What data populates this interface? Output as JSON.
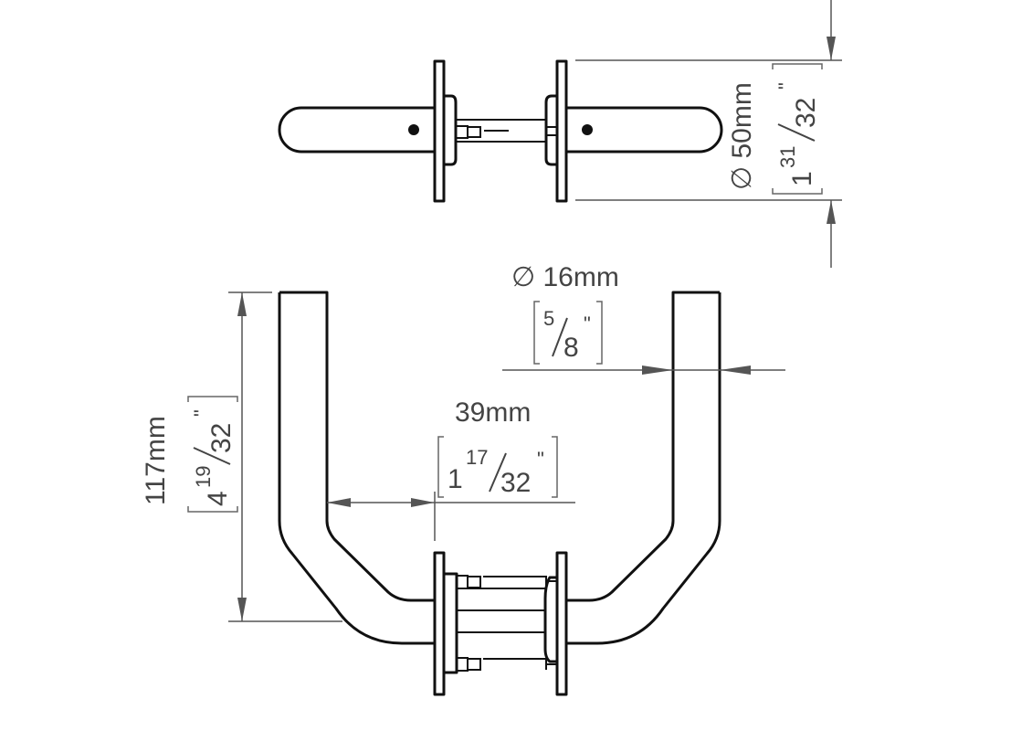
{
  "top_view": {
    "diameter": {
      "symbol": "∅",
      "metric": "50mm",
      "whole": "1",
      "num": "31",
      "den": "32",
      "inch": "\""
    }
  },
  "front_view": {
    "bar_diameter": {
      "symbol": "∅",
      "metric": "16mm",
      "num": "5",
      "den": "8",
      "inch": "\""
    },
    "projection": {
      "metric": "39mm",
      "whole": "1",
      "num": "17",
      "den": "32",
      "inch": "\""
    },
    "height": {
      "metric": "117mm",
      "whole": "4",
      "num": "19",
      "den": "32",
      "inch": "\""
    }
  }
}
